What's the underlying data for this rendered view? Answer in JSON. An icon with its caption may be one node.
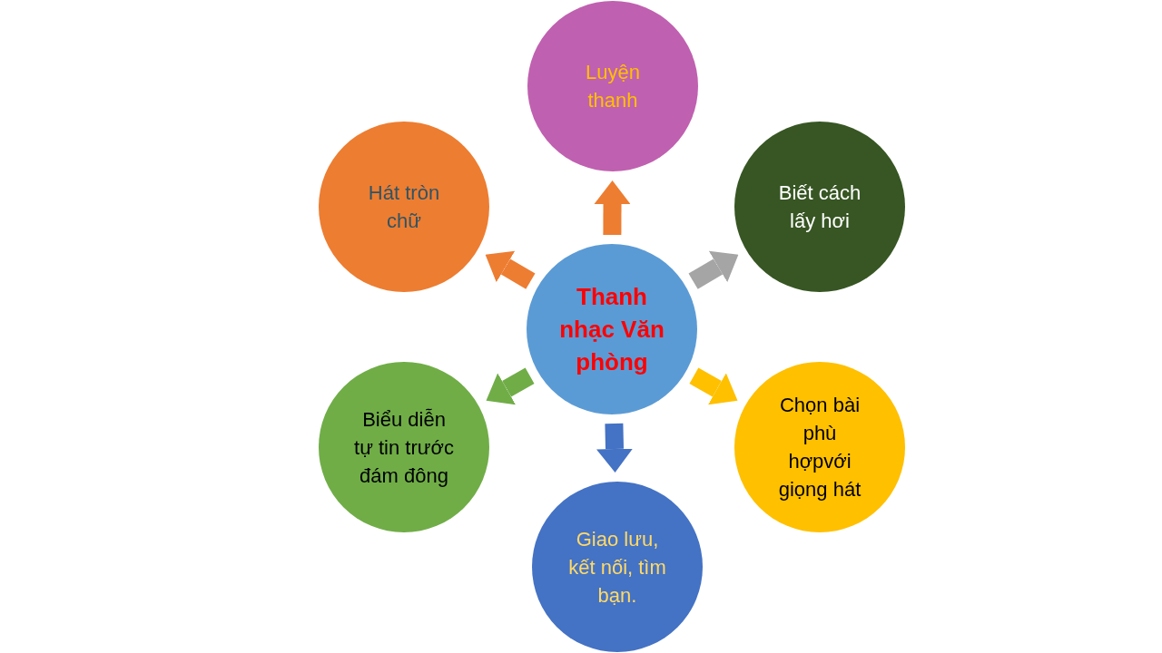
{
  "diagram": {
    "nodes": [
      {
        "text": [
          "Thanh nhạc Văn phòng"
        ]
      },
      {
        "text": [
          "Luyện thanh"
        ]
      },
      {
        "text": [
          "Biết cách lấy hơi"
        ]
      },
      {
        "text": [
          "Chọn bài phù hợpvới giọng hát"
        ]
      },
      {
        "text": [
          "Giao lưu, kết nối, tìm bạn."
        ]
      },
      {
        "text": [
          "Biểu diễn tự tin trước đám đông"
        ]
      },
      {
        "text": [
          "Hát tròn chữ"
        ]
      }
    ],
    "edges": [
      {
        "from": 0,
        "to": 1,
        "arrow": "to",
        "color": "#ed7d31"
      },
      {
        "from": 0,
        "to": 2,
        "arrow": "to",
        "color": "#a5a5a5"
      },
      {
        "from": 0,
        "to": 3,
        "arrow": "to",
        "color": "#ffc000"
      },
      {
        "from": 0,
        "to": 4,
        "arrow": "to",
        "color": "#4472c4"
      },
      {
        "from": 0,
        "to": 5,
        "arrow": "to",
        "color": "#70ad47"
      },
      {
        "from": 0,
        "to": 6,
        "arrow": "to",
        "color": "#ed7d31"
      }
    ]
  }
}
